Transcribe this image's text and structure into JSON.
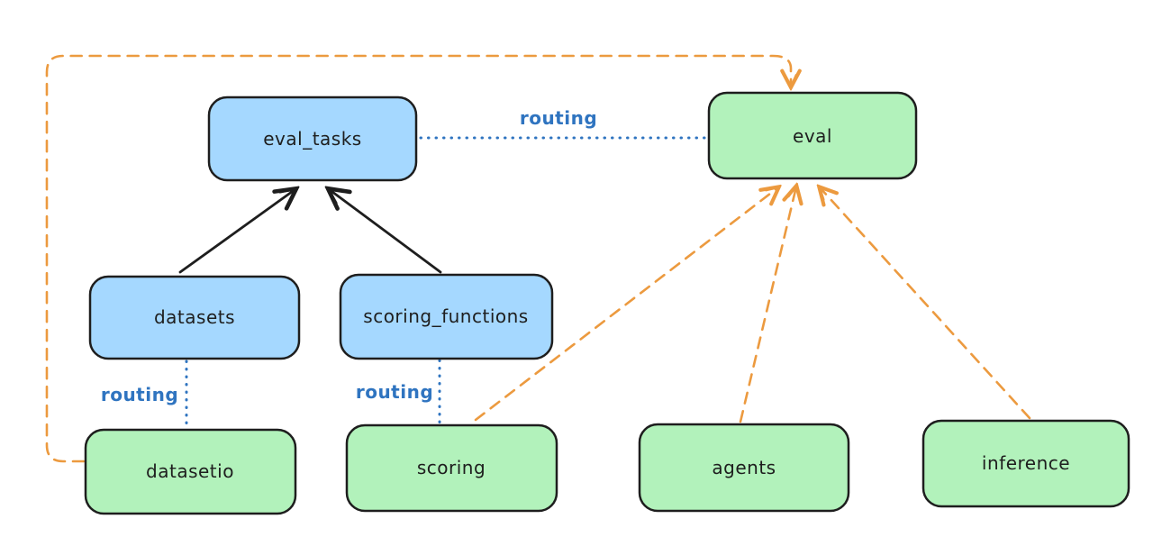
{
  "diagram": {
    "type": "architecture-diagram",
    "background": "#ffffff",
    "colors": {
      "blue_node_fill": "#a5d8ff",
      "green_node_fill": "#b2f2bb",
      "node_stroke": "#1e1e1e",
      "solid_arrow": "#1e1e1e",
      "routing_blue": "#2f74c0",
      "dashed_orange": "#ec9a3f"
    },
    "nodes": [
      {
        "id": "eval_tasks",
        "label": "eval_tasks",
        "fill": "#a5d8ff"
      },
      {
        "id": "eval",
        "label": "eval",
        "fill": "#b2f2bb"
      },
      {
        "id": "datasets",
        "label": "datasets",
        "fill": "#a5d8ff"
      },
      {
        "id": "scoring_functions",
        "label": "scoring_functions",
        "fill": "#a5d8ff"
      },
      {
        "id": "datasetio",
        "label": "datasetio",
        "fill": "#b2f2bb"
      },
      {
        "id": "scoring",
        "label": "scoring",
        "fill": "#b2f2bb"
      },
      {
        "id": "agents",
        "label": "agents",
        "fill": "#b2f2bb"
      },
      {
        "id": "inference",
        "label": "inference",
        "fill": "#b2f2bb"
      }
    ],
    "edges": [
      {
        "from": "datasets",
        "to": "eval_tasks",
        "style": "solid-arrow",
        "color": "#1e1e1e",
        "label": ""
      },
      {
        "from": "scoring_functions",
        "to": "eval_tasks",
        "style": "solid-arrow",
        "color": "#1e1e1e",
        "label": ""
      },
      {
        "from": "eval_tasks",
        "to": "eval",
        "style": "dotted",
        "color": "#2f74c0",
        "label": "routing"
      },
      {
        "from": "datasets",
        "to": "datasetio",
        "style": "dotted",
        "color": "#2f74c0",
        "label": "routing"
      },
      {
        "from": "scoring_functions",
        "to": "scoring",
        "style": "dotted",
        "color": "#2f74c0",
        "label": "routing"
      },
      {
        "from": "datasetio",
        "to": "eval",
        "style": "dashed-arrow",
        "color": "#ec9a3f",
        "label": ""
      },
      {
        "from": "scoring",
        "to": "eval",
        "style": "dashed-arrow",
        "color": "#ec9a3f",
        "label": ""
      },
      {
        "from": "agents",
        "to": "eval",
        "style": "dashed-arrow",
        "color": "#ec9a3f",
        "label": ""
      },
      {
        "from": "inference",
        "to": "eval",
        "style": "dashed-arrow",
        "color": "#ec9a3f",
        "label": ""
      }
    ]
  }
}
